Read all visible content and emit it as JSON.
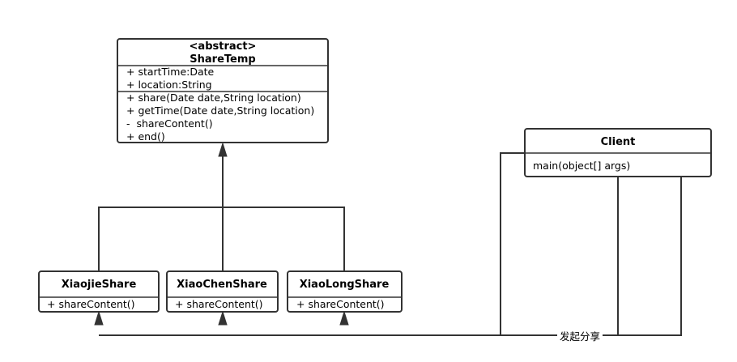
{
  "diagram": {
    "abstract_class": {
      "stereotype": "<abstract>",
      "name": "ShareTemp",
      "attributes": [
        "+ startTime:Date",
        "+ location:String"
      ],
      "methods": [
        "+ share(Date date,String location)",
        "+ getTime(Date date,String location)",
        "-  shareContent()",
        "+ end()"
      ]
    },
    "subclasses": [
      {
        "name": "XiaojieShare",
        "method": "+ shareContent()"
      },
      {
        "name": "XiaoChenShare",
        "method": "+ shareContent()"
      },
      {
        "name": "XiaoLongShare",
        "method": "+ shareContent()"
      }
    ],
    "client": {
      "name": "Client",
      "method": "main(object[] args)"
    },
    "association_label": "发起分享"
  }
}
